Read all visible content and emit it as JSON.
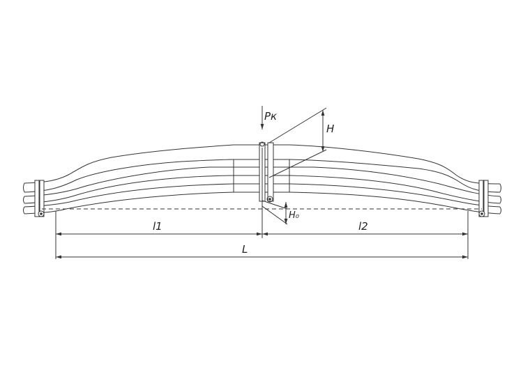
{
  "diagram": {
    "labels": {
      "load": "Pк",
      "height": "H",
      "height_zero": "H₀",
      "left_span": "l1",
      "right_span": "l2",
      "total_length": "L"
    },
    "colors": {
      "line": "#333333",
      "background": "#ffffff"
    }
  }
}
